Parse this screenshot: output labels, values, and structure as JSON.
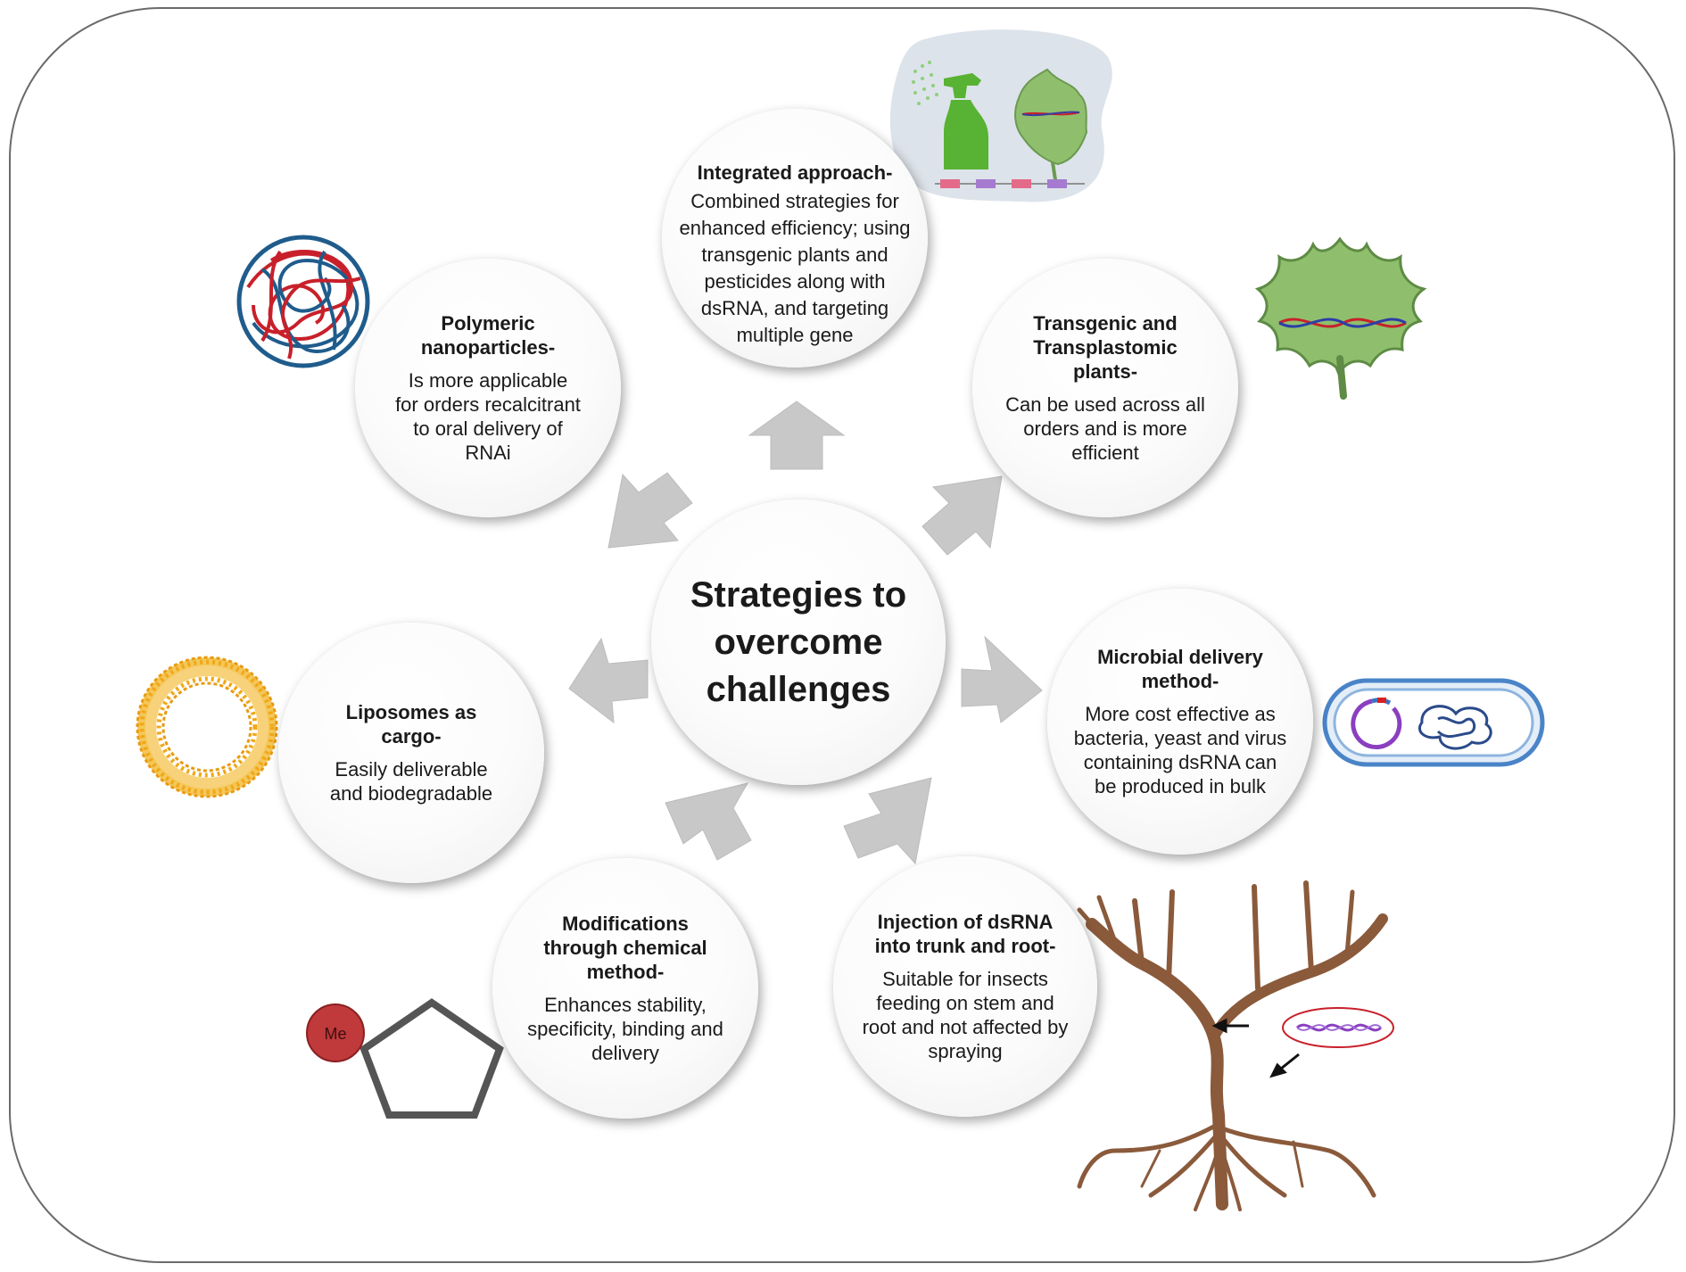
{
  "center": {
    "title": "Strategies to overcome challenges"
  },
  "strategies": [
    {
      "id": "integrated",
      "title": "Integrated approach-",
      "body": "Combined strategies for enhanced efficiency; using transgenic plants and pesticides along with dsRNA, and targeting multiple gene",
      "icon": "spray-bottle-leaf-icon"
    },
    {
      "id": "transgenic",
      "title": "Transgenic and Transplastomic plants-",
      "body": "Can be used across all orders and is more efficient",
      "icon": "leaf-dna-icon"
    },
    {
      "id": "microbial",
      "title": "Microbial delivery method-",
      "body": "More cost effective as bacteria, yeast and virus containing dsRNA can be produced in bulk",
      "icon": "bacterium-plasmid-icon"
    },
    {
      "id": "injection",
      "title": "Injection of dsRNA into trunk and root-",
      "body": "Suitable for insects feeding on stem and root and not affected by spraying",
      "icon": "tree-injection-icon"
    },
    {
      "id": "chemical",
      "title": "Modifications through chemical method-",
      "body": "Enhances stability, specificity, binding and delivery",
      "icon": "methyl-pentagon-icon"
    },
    {
      "id": "liposomes",
      "title": "Liposomes as cargo-",
      "body": "Easily deliverable and biodegradable",
      "icon": "liposome-icon"
    },
    {
      "id": "polymeric",
      "title": "Polymeric nanoparticles-",
      "body": "Is more applicable for orders recalcitrant to oral delivery of RNAi",
      "icon": "nanoparticle-icon"
    }
  ],
  "labels": {
    "methyl": "Me"
  },
  "colors": {
    "leaf": "#8fbf6c",
    "leaf_dark": "#5e8b45",
    "spray": "#58b233",
    "liposome": "#f0a818",
    "nano_red": "#c8202a",
    "nano_blue": "#1f5c8c",
    "bark": "#8a5a3b",
    "methyl": "#c0393b",
    "panel": "#dde3ea"
  }
}
